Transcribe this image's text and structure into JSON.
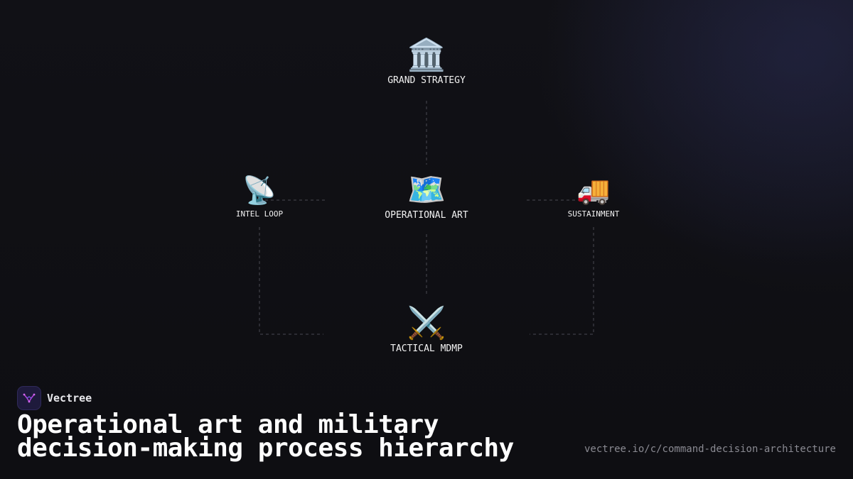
{
  "diagram": {
    "nodes": {
      "grand_strategy": {
        "label": "GRAND STRATEGY",
        "icon": "classical-building-icon",
        "glyph": "🏛️"
      },
      "operational_art": {
        "label": "OPERATIONAL ART",
        "icon": "world-map-icon",
        "glyph": "🗺️"
      },
      "intel_loop": {
        "label": "INTEL LOOP",
        "icon": "satellite-antenna-icon",
        "glyph": "📡"
      },
      "sustainment": {
        "label": "SUSTAINMENT",
        "icon": "delivery-truck-icon",
        "glyph": "🚚"
      },
      "tactical_mdmp": {
        "label": "TACTICAL MDMP",
        "icon": "crossed-swords-icon",
        "glyph": "⚔️"
      }
    },
    "edges": [
      {
        "from": "grand_strategy",
        "to": "operational_art"
      },
      {
        "from": "operational_art",
        "to": "tactical_mdmp"
      },
      {
        "from": "intel_loop",
        "to": "operational_art"
      },
      {
        "from": "operational_art",
        "to": "sustainment"
      },
      {
        "from": "intel_loop",
        "to": "tactical_mdmp"
      },
      {
        "from": "sustainment",
        "to": "tactical_mdmp"
      }
    ],
    "edge_color": "#4a4a52"
  },
  "brand": {
    "name": "Vectree",
    "logo_icon": "vectree-logo-icon",
    "accent": "#b23fd6"
  },
  "title": "Operational art and military decision-making process hierarchy",
  "url": "vectree.io/c/command-decision-architecture"
}
